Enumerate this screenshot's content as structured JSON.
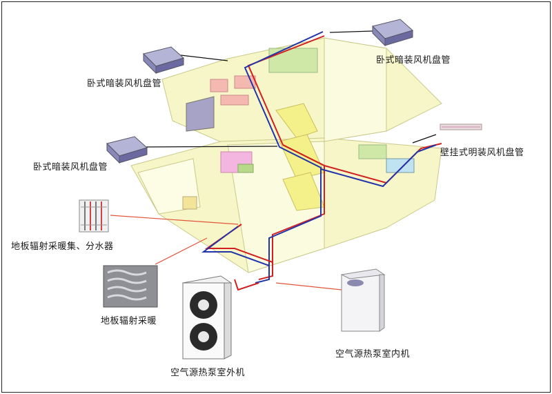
{
  "labels": {
    "fcu_concealed_top": "卧式暗装风机盘管",
    "fcu_concealed_mid": "卧式暗装风机盘管",
    "fcu_concealed_upper_right": "卧式暗装风机盘管",
    "fcu_wall_exposed": "壁挂式明装风机盘管",
    "floor_manifold": "地板辐射采暖集、分水器",
    "floor_heating": "地板辐射采暖",
    "outdoor_unit": "空气源热泵室外机",
    "indoor_unit": "空气源热泵室内机"
  },
  "colors": {
    "supply_pipe": "#d21f1f",
    "return_pipe": "#2233aa",
    "building_fill": "#f7f6c8",
    "building_line": "#c9c98a",
    "leader_line": "#e2553a"
  }
}
